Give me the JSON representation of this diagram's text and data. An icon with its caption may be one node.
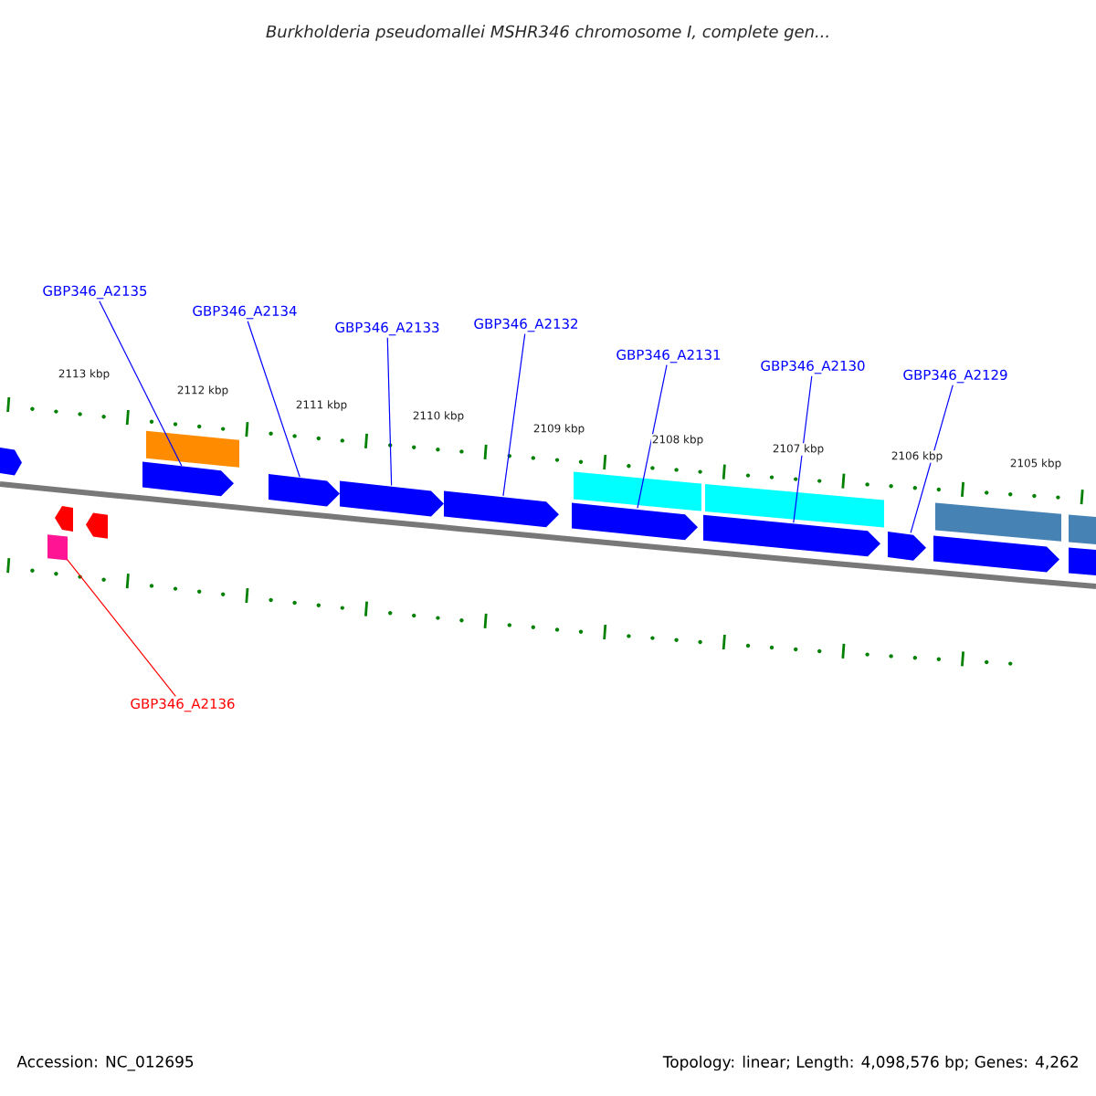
{
  "diagram": {
    "title": "Burkholderia pseudomallei MSHR346 chromosome I, complete gen...",
    "nodes": [
      {
        "text": [
          "GBP346_A2135"
        ]
      },
      {
        "text": [
          "GBP346_A2134"
        ]
      },
      {
        "text": [
          "GBP346_A2133"
        ]
      },
      {
        "text": [
          "GBP346_A2132"
        ]
      },
      {
        "text": [
          "GBP346_A2131"
        ]
      },
      {
        "text": [
          "GBP346_A2130"
        ]
      },
      {
        "text": [
          "GBP346_A2129"
        ]
      },
      {
        "text": [
          "GBP346_A2136"
        ]
      },
      {
        "text": [],
        "shape": "bar"
      },
      {
        "text": [],
        "shape": "box"
      },
      {
        "text": [],
        "shape": "bar"
      },
      {
        "text": [],
        "shape": "bar"
      },
      {
        "text": [],
        "shape": "bar"
      },
      {
        "text": [],
        "shape": "bar"
      },
      {
        "text": [],
        "shape": "bar"
      },
      {
        "text": [],
        "shape": "bar"
      },
      {
        "text": [],
        "shape": "bar"
      },
      {
        "text": [],
        "shape": "bar"
      },
      {
        "text": [],
        "shape": "bar"
      },
      {
        "text": [],
        "shape": "bar"
      },
      {
        "text": [],
        "shape": "bar"
      },
      {
        "text": [],
        "shape": "bar"
      },
      {
        "text": [],
        "shape": "bar"
      },
      {
        "text": [],
        "shape": "bar"
      },
      {
        "text": [],
        "shape": "bar"
      },
      {
        "text": [],
        "shape": "bar"
      }
    ],
    "edges": [
      {
        "from": 0,
        "to": 12,
        "arrow": "none"
      },
      {
        "from": 1,
        "to": 14,
        "arrow": "none"
      },
      {
        "from": 2,
        "to": 15,
        "arrow": "none"
      },
      {
        "from": 3,
        "to": 16,
        "arrow": "none"
      },
      {
        "from": 4,
        "to": 17,
        "arrow": "none"
      },
      {
        "from": 5,
        "to": 19,
        "arrow": "none"
      },
      {
        "from": 6,
        "to": 21,
        "arrow": "none"
      },
      {
        "from": 7,
        "to": 9,
        "arrow": "none",
        "color": "#ff0000"
      }
    ],
    "labels": [
      "2113 kbp",
      "2112 kbp",
      "2111 kbp",
      "2110 kbp",
      "2109 kbp",
      "2108 kbp",
      "2107 kbp",
      "2106 kbp",
      "2105 kbp",
      "Accession: NC_012695",
      "Topology: linear; Length: 4,098,576 bp; Genes: 4,262"
    ]
  }
}
